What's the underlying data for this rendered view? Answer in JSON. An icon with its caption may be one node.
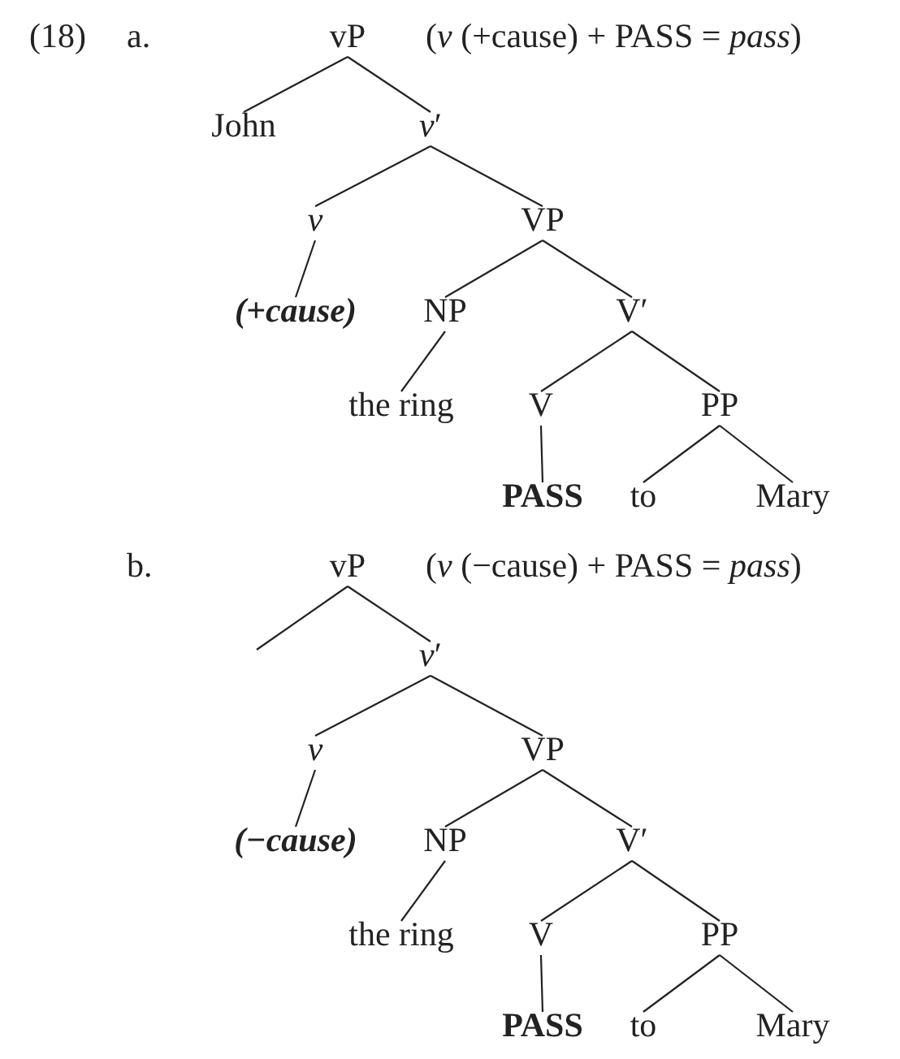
{
  "diagram": {
    "nodes": [
      {
        "text": [
          "vP"
        ],
        "beside": [
          "(*v* (+cause) + PASS = *pass*)"
        ]
      },
      {
        "text": [
          "John"
        ]
      },
      {
        "text": [
          "*v*′"
        ]
      },
      {
        "text": [
          "v"
        ]
      },
      {
        "text": [
          "VP"
        ]
      },
      {
        "text": [
          "(+cause)"
        ]
      },
      {
        "text": [
          "NP"
        ]
      },
      {
        "text": [
          "V′"
        ]
      },
      {
        "text": [
          "the ring"
        ]
      },
      {
        "text": [
          "V"
        ]
      },
      {
        "text": [
          "PP"
        ]
      },
      {
        "text": [
          "PASS"
        ]
      },
      {
        "text": [
          "to"
        ]
      },
      {
        "text": [
          "Mary"
        ]
      },
      {
        "text": [
          "vP"
        ],
        "beside": [
          "(*v* (−cause) + PASS = *pass*)"
        ]
      },
      {
        "text": [
          "*v*′"
        ]
      },
      {
        "text": [
          "v"
        ]
      },
      {
        "text": [
          "VP"
        ]
      },
      {
        "text": [
          "(−cause)"
        ]
      },
      {
        "text": [
          "NP"
        ]
      },
      {
        "text": [
          "V′"
        ]
      },
      {
        "text": [
          "the ring"
        ]
      },
      {
        "text": [
          "V"
        ]
      },
      {
        "text": [
          "PP"
        ]
      },
      {
        "text": [
          "PASS"
        ]
      },
      {
        "text": [
          "to"
        ]
      },
      {
        "text": [
          "Mary"
        ]
      }
    ],
    "edges": [
      {
        "from": 0,
        "to": 1,
        "arrow": "none"
      },
      {
        "from": 0,
        "to": 2,
        "arrow": "none"
      },
      {
        "from": 2,
        "to": 3,
        "arrow": "none"
      },
      {
        "from": 2,
        "to": 4,
        "arrow": "none"
      },
      {
        "from": 3,
        "to": 5,
        "arrow": "none"
      },
      {
        "from": 4,
        "to": 6,
        "arrow": "none"
      },
      {
        "from": 4,
        "to": 7,
        "arrow": "none"
      },
      {
        "from": 6,
        "to": 8,
        "arrow": "none"
      },
      {
        "from": 7,
        "to": 9,
        "arrow": "none"
      },
      {
        "from": 7,
        "to": 10,
        "arrow": "none"
      },
      {
        "from": 9,
        "to": 11,
        "arrow": "none"
      },
      {
        "from": 10,
        "to": 12,
        "arrow": "none"
      },
      {
        "from": 10,
        "to": 13,
        "arrow": "none"
      },
      {
        "from": 14,
        "to": null,
        "arrow": "none"
      },
      {
        "from": 14,
        "to": 15,
        "arrow": "none"
      },
      {
        "from": 15,
        "to": 16,
        "arrow": "none"
      },
      {
        "from": 15,
        "to": 17,
        "arrow": "none"
      },
      {
        "from": 16,
        "to": 18,
        "arrow": "none"
      },
      {
        "from": 17,
        "to": 19,
        "arrow": "none"
      },
      {
        "from": 17,
        "to": 20,
        "arrow": "none"
      },
      {
        "from": 19,
        "to": 21,
        "arrow": "none"
      },
      {
        "from": 20,
        "to": 22,
        "arrow": "none"
      },
      {
        "from": 20,
        "to": 23,
        "arrow": "none"
      },
      {
        "from": 22,
        "to": 24,
        "arrow": "none"
      },
      {
        "from": 23,
        "to": 25,
        "arrow": "none"
      },
      {
        "from": 23,
        "to": 26,
        "arrow": "none"
      }
    ],
    "labels": [
      "(18)",
      "a.",
      "b."
    ]
  }
}
